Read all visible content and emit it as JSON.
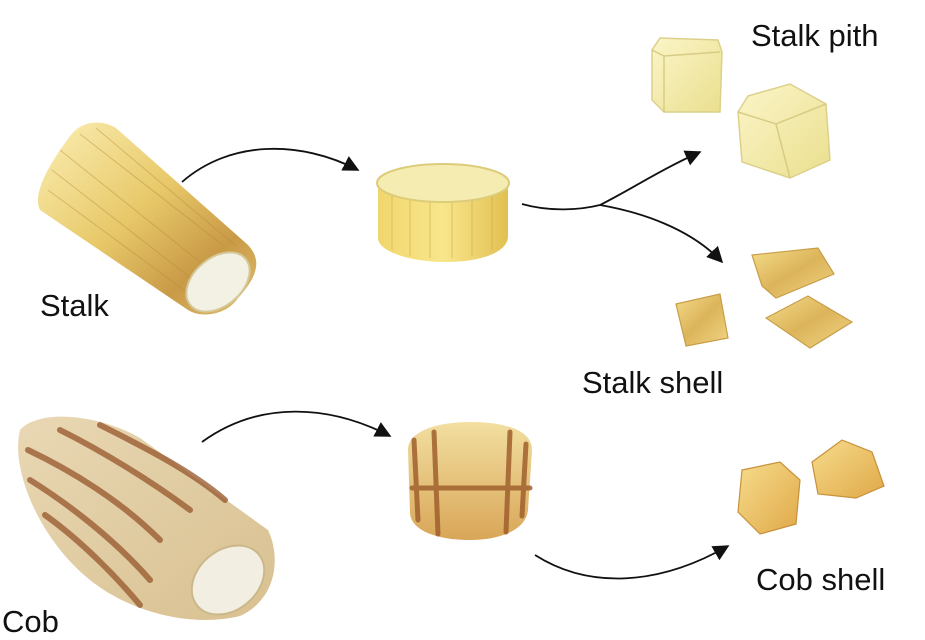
{
  "labels": {
    "stalk": "Stalk",
    "stalk_pith": "Stalk pith",
    "stalk_shell": "Stalk shell",
    "cob": "Cob",
    "cob_shell": "Cob shell"
  },
  "colors": {
    "stalk_light": "#f6e6a0",
    "stalk_mid": "#e2c468",
    "stalk_dark": "#c89a3c",
    "pith_white": "#f4f2e6",
    "pith_yellow": "#f3eca8",
    "cob_brown": "#a0603a",
    "cob_tan": "#e8d6b0",
    "arrow": "#111111"
  }
}
